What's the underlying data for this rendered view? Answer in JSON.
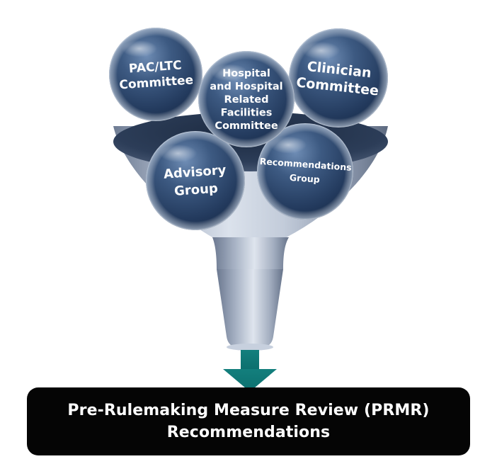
{
  "committees": [
    {
      "id": "pac",
      "lines": [
        "PAC/LTC",
        "Committee"
      ]
    },
    {
      "id": "hospital",
      "lines": [
        "Hospital",
        "and Hospital",
        "Related",
        "Facilities",
        "Committee"
      ]
    },
    {
      "id": "clinician",
      "lines": [
        "Clinician",
        "Committee"
      ]
    },
    {
      "id": "advisory",
      "lines": [
        "Advisory",
        "Group"
      ]
    },
    {
      "id": "recommendations",
      "lines": [
        "Recommendations",
        "Group"
      ]
    }
  ],
  "result": {
    "line1": "Pre-Rulemaking Measure Review (PRMR)",
    "line2": "Recommendations"
  },
  "colors": {
    "ball_dark": "#1e3353",
    "ball_mid": "#3d5a82",
    "ball_light": "#9fb4d0",
    "funnel_dark": "#5b6a82",
    "funnel_light": "#b9c4d6",
    "arrow": "#0e7c7b",
    "box": "#050505",
    "text": "#ffffff"
  }
}
